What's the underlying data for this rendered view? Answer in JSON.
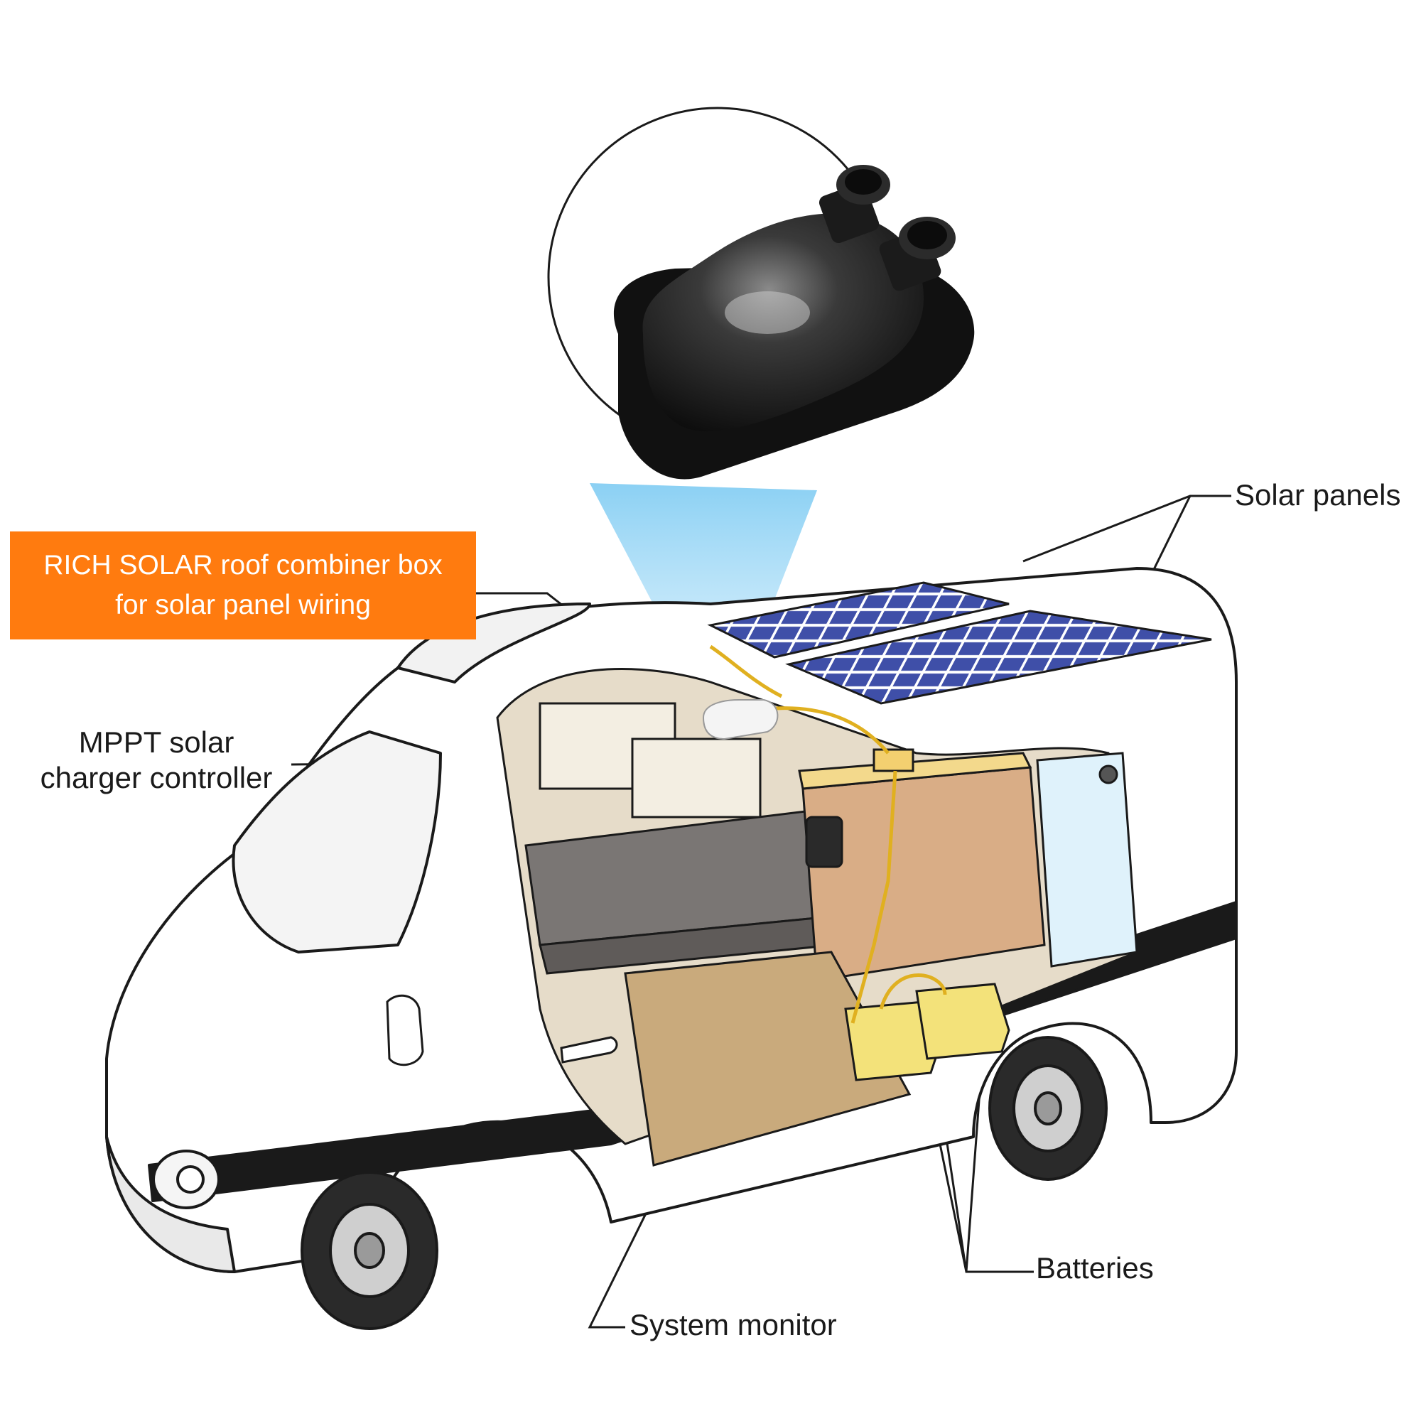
{
  "callout": {
    "line1": "RICH SOLAR roof combiner box",
    "line2": "for solar panel wiring"
  },
  "labels": {
    "solar_panels": "Solar panels",
    "mppt_line1": "MPPT solar",
    "mppt_line2": "charger controller",
    "batteries": "Batteries",
    "system_monitor": "System monitor"
  },
  "colors": {
    "callout_bg": "#ff7b0f",
    "callout_text": "#ffffff",
    "wire": "#e0b020",
    "battery": "#f3e27a",
    "solar_cell": "#3f4fa8",
    "spotlight": "#7ecbf2",
    "van_body": "#ffffff",
    "outline": "#1a1a1a"
  }
}
